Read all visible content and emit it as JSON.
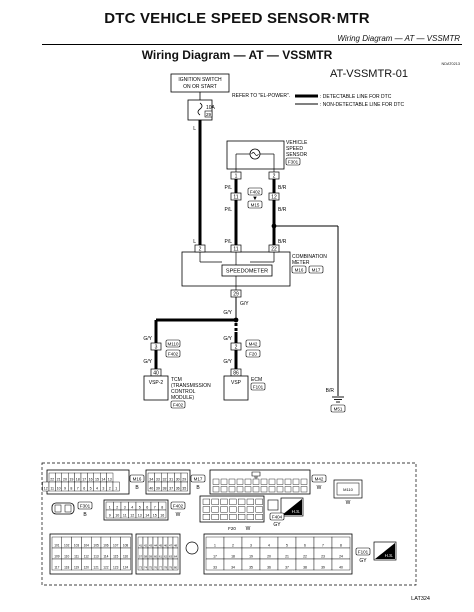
{
  "header": {
    "title": "DTC VEHICLE SPEED SENSOR·MTR",
    "subtitle": "Wiring Diagram — AT — VSSMTR"
  },
  "diagram": {
    "title": "Wiring Diagram — AT — VSSMTR",
    "code": "NDAT0213",
    "id": "AT-VSSMTR-01",
    "figure_ref": "LAT324"
  },
  "legend": {
    "detectable": ": DETECTABLE LINE FOR DTC",
    "non_detectable": ": NON-DETECTABLE LINE FOR DTC"
  },
  "ignition": {
    "line1": "IGNITION SWITCH",
    "line2": "ON OR START",
    "fuse_rating": "10A",
    "fuse_no": "29",
    "refer": "REFER TO \"EL-POWER\".",
    "wire": "L"
  },
  "sensor": {
    "line1": "VEHICLE",
    "line2": "SPEED",
    "line3": "SENSOR",
    "conn": "F301",
    "pin_a": "1",
    "pin_b": "2",
    "wire_a": "P/L",
    "wire_b": "B/R"
  },
  "joint": {
    "conn_top": "F402",
    "conn_bot": "M15",
    "pin_a": "11",
    "pin_b": "12",
    "wire_a": "P/L",
    "wire_b": "B/R"
  },
  "meter": {
    "name": "SPEEDOMETER",
    "line1": "COMBINATION",
    "line2": "METER",
    "conn_a": "M16",
    "conn_b": "M17",
    "pin_l": "2",
    "pin_m": "11",
    "pin_r": "22",
    "pin_out": "29",
    "wire_l": "L",
    "wire_m": "P/L",
    "wire_r": "B/R",
    "wire_out": "G/Y"
  },
  "tcm_branch": {
    "wire_mid": "G/Y",
    "left_wire_top": "G/Y",
    "left_conn_a": "M110",
    "left_conn_b": "F402",
    "left_pin": "3",
    "left_wire_bot": "G/Y",
    "right_wire_top": "G/Y",
    "right_conn_a": "M42",
    "right_conn_b": "F20",
    "right_pin": "2",
    "right_wire_bot": "G/Y"
  },
  "tcm": {
    "pin": "40",
    "terminal": "VSP-2",
    "line1": "TCM",
    "line2": "(TRANSMISSION",
    "line3": "CONTROL",
    "line4": "MODULE)",
    "conn": "F402"
  },
  "ecm": {
    "pin": "86",
    "terminal": "VSP",
    "name": "ECM",
    "conn": "F101"
  },
  "ground": {
    "wire": "B/R",
    "conn": "M51"
  },
  "connectors": {
    "m16_rows": [
      [
        "22",
        "21",
        "20",
        "19",
        "18",
        "17",
        "16",
        "15",
        "14",
        "13"
      ],
      [
        "12",
        "11",
        "10",
        "9",
        "8",
        "7",
        "6",
        "5",
        "4",
        "3",
        "2",
        "1"
      ]
    ],
    "m16_label": "M16",
    "m16_color": "B",
    "m17_rows": [
      [
        "34",
        "33",
        "32",
        "31",
        "30",
        "29"
      ],
      [
        "40",
        "39",
        "38",
        "37",
        "36",
        "35"
      ]
    ],
    "m17_label": "M17",
    "m17_color": "B",
    "m42_label": "M42",
    "m42_color": "W",
    "f301_label": "F301",
    "f301_color": "B",
    "f402_rows": [
      [
        "1",
        "2",
        "3",
        "4",
        "5",
        "6",
        "7",
        "8"
      ],
      [
        "9",
        "10",
        "11",
        "12",
        "13",
        "14",
        "15",
        "16"
      ]
    ],
    "f402_label": "F402",
    "f402_color": "W",
    "f20_label": "F20",
    "f20_color": "W",
    "m110_label": "M110",
    "m110_color": "W",
    "f404_label": "F404",
    "f404_color": "GY",
    "ecm_rows": [
      [
        "101",
        "102",
        "103",
        "104",
        "105",
        "106",
        "107",
        "108"
      ],
      [
        "109",
        "110",
        "111",
        "112",
        "113",
        "114",
        "115",
        "116"
      ],
      [
        "117",
        "118",
        "119",
        "120",
        "121",
        "122",
        "123",
        "124"
      ]
    ],
    "ecm_mid_rows": [
      [
        "41",
        "42",
        "43",
        "44",
        "45",
        "46",
        "47",
        "48"
      ],
      [
        "57",
        "58",
        "59",
        "60",
        "61",
        "62",
        "63",
        "64"
      ],
      [
        "73",
        "74",
        "75",
        "76",
        "77",
        "78",
        "79",
        "80"
      ]
    ],
    "ecm_right_rows": [
      [
        "1",
        "2",
        "3",
        "4",
        "5",
        "6",
        "7",
        "8"
      ],
      [
        "17",
        "18",
        "19",
        "20",
        "21",
        "22",
        "23",
        "24"
      ],
      [
        "33",
        "34",
        "35",
        "36",
        "37",
        "38",
        "39",
        "40"
      ]
    ],
    "ecm_label": "F101",
    "ecm_color": "GY",
    "hs": "H.S."
  }
}
